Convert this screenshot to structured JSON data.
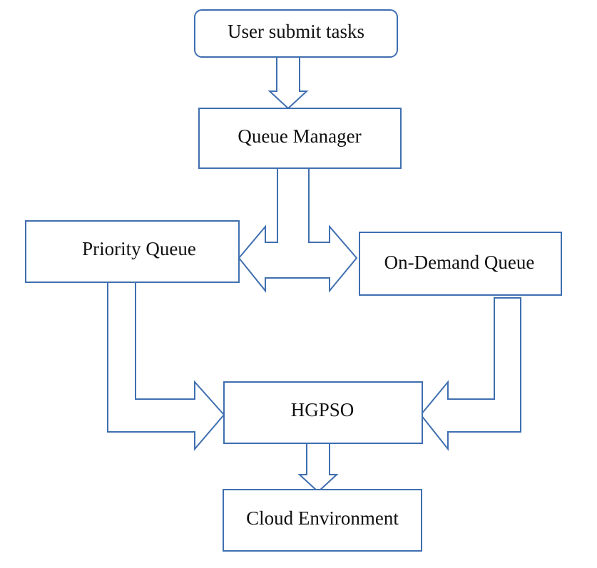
{
  "nodes": {
    "user_submit": "User submit tasks",
    "queue_manager": "Queue Manager",
    "priority_queue": "Priority Queue",
    "on_demand_queue": "On-Demand Queue",
    "hgpso": "HGPSO",
    "cloud_environment": "Cloud Environment"
  },
  "edges": [
    {
      "from": "user_submit",
      "to": "queue_manager"
    },
    {
      "from": "queue_manager",
      "to": "priority_queue"
    },
    {
      "from": "queue_manager",
      "to": "on_demand_queue"
    },
    {
      "from": "priority_queue",
      "to": "hgpso"
    },
    {
      "from": "on_demand_queue",
      "to": "hgpso"
    },
    {
      "from": "hgpso",
      "to": "cloud_environment"
    }
  ],
  "colors": {
    "stroke": "#3f6fb0",
    "fill": "#ffffff",
    "text": "#111111"
  }
}
